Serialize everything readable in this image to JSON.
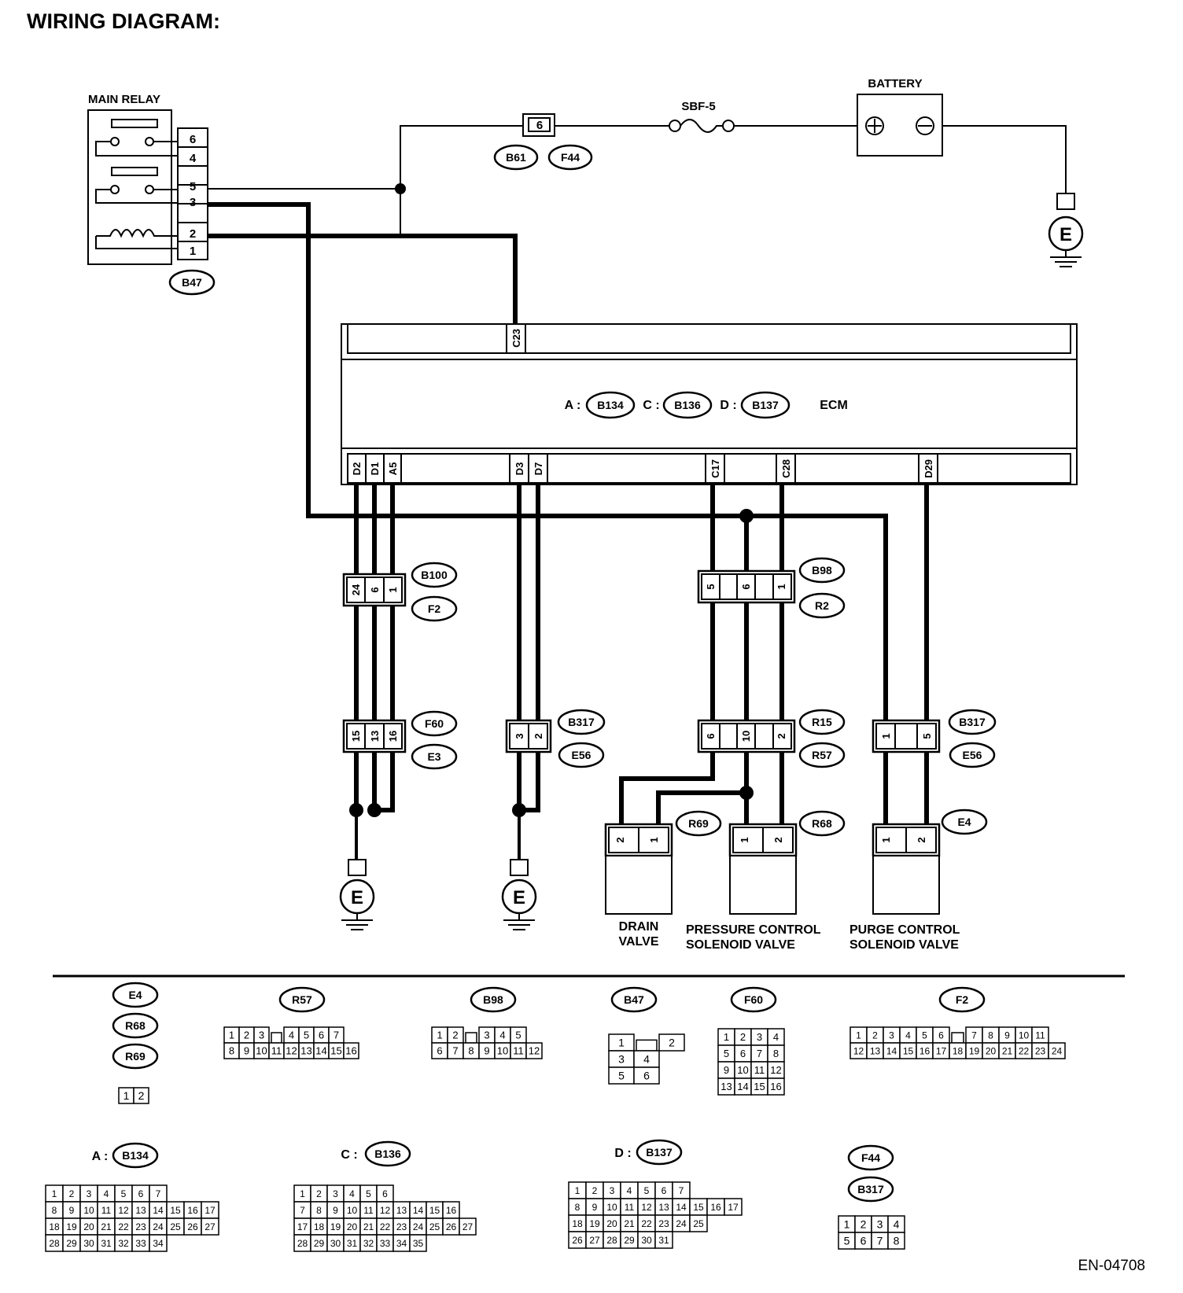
{
  "page_title": "WIRING DIAGRAM:",
  "figure_id": "EN-04708",
  "labels": {
    "main_relay": "MAIN RELAY",
    "battery": "BATTERY",
    "fuse": "SBF-5",
    "ecm": "ECM",
    "drain_valve_1": "DRAIN",
    "drain_valve_2": "VALVE",
    "pcsv_1": "PRESSURE CONTROL",
    "pcsv_2": "SOLENOID VALVE",
    "purge_1": "PURGE CONTROL",
    "purge_2": "SOLENOID VALVE",
    "ground": "E",
    "ecm_conn_a": "A :",
    "ecm_conn_c": "C :",
    "ecm_conn_d": "D :"
  },
  "relay_pins": [
    "6",
    "4",
    "5",
    "3",
    "",
    "2",
    "1"
  ],
  "connector_tags": {
    "b47": "B47",
    "b61": "B61",
    "f44": "F44",
    "b134": "B134",
    "b136": "B136",
    "b137": "B137",
    "b100": "B100",
    "f2": "F2",
    "b98": "B98",
    "r2": "R2",
    "f60": "F60",
    "e3": "E3",
    "b317": "B317",
    "e56": "E56",
    "r15": "R15",
    "r57": "R57",
    "r69": "R69",
    "r68": "R68",
    "e4": "E4"
  },
  "pins": {
    "fuse_box": "6",
    "c23": "C23",
    "d2": "D2",
    "d1": "D1",
    "a5": "A5",
    "d3": "D3",
    "d7": "D7",
    "c17": "C17",
    "c28": "C28",
    "d29": "D29",
    "b100": [
      "24",
      "6",
      "1"
    ],
    "b98": [
      "5",
      "6",
      "1"
    ],
    "f60": [
      "15",
      "13",
      "16"
    ],
    "b317a": [
      "3",
      "2"
    ],
    "r15": [
      "6",
      "10",
      "2"
    ],
    "b317b": [
      "1",
      "5"
    ],
    "r69": [
      "2",
      "1"
    ],
    "r68": [
      "1",
      "2"
    ],
    "e4": [
      "1",
      "2"
    ]
  },
  "legend": {
    "e4_group": [
      "E4",
      "R68",
      "R69"
    ],
    "e4_rows": [
      [
        "1",
        "2"
      ]
    ],
    "r57": {
      "tag": "R57",
      "rows": [
        [
          "1",
          "2",
          "3",
          "",
          "4",
          "5",
          "6",
          "7"
        ],
        [
          "8",
          "9",
          "10",
          "11",
          "12",
          "13",
          "14",
          "15",
          "16"
        ]
      ]
    },
    "b98": {
      "tag": "B98",
      "rows": [
        [
          "1",
          "2",
          "",
          "3",
          "4",
          "5"
        ],
        [
          "6",
          "7",
          "8",
          "9",
          "10",
          "11",
          "12"
        ]
      ]
    },
    "b47": {
      "tag": "B47",
      "rows": [
        [
          "1",
          "",
          "2"
        ],
        [
          "3",
          "4"
        ],
        [
          "5",
          "6"
        ]
      ]
    },
    "f60": {
      "tag": "F60",
      "rows": [
        [
          "1",
          "2",
          "3",
          "4"
        ],
        [
          "5",
          "6",
          "7",
          "8"
        ],
        [
          "9",
          "10",
          "11",
          "12"
        ],
        [
          "13",
          "14",
          "15",
          "16"
        ]
      ]
    },
    "f2": {
      "tag": "F2",
      "rows": [
        [
          "1",
          "2",
          "3",
          "4",
          "5",
          "6",
          "",
          "7",
          "8",
          "9",
          "10",
          "11"
        ],
        [
          "12",
          "13",
          "14",
          "15",
          "16",
          "17",
          "18",
          "19",
          "20",
          "21",
          "22",
          "23",
          "24"
        ]
      ]
    },
    "b134": {
      "prefix": "A :",
      "tag": "B134",
      "rows": [
        [
          "1",
          "2",
          "3",
          "4",
          "5",
          "6",
          "7"
        ],
        [
          "8",
          "9",
          "10",
          "11",
          "12",
          "13",
          "14",
          "15",
          "16",
          "17"
        ],
        [
          "18",
          "19",
          "20",
          "21",
          "22",
          "23",
          "24",
          "25",
          "26",
          "27"
        ],
        [
          "28",
          "29",
          "30",
          "31",
          "32",
          "33",
          "34"
        ]
      ]
    },
    "b136": {
      "prefix": "C :",
      "tag": "B136",
      "rows": [
        [
          "1",
          "2",
          "3",
          "4",
          "5",
          "6"
        ],
        [
          "7",
          "8",
          "9",
          "10",
          "11",
          "12",
          "13",
          "14",
          "15",
          "16"
        ],
        [
          "17",
          "18",
          "19",
          "20",
          "21",
          "22",
          "23",
          "24",
          "25",
          "26",
          "27"
        ],
        [
          "28",
          "29",
          "30",
          "31",
          "32",
          "33",
          "34",
          "35"
        ]
      ]
    },
    "b137": {
      "prefix": "D :",
      "tag": "B137",
      "rows": [
        [
          "1",
          "2",
          "3",
          "4",
          "5",
          "6",
          "7"
        ],
        [
          "8",
          "9",
          "10",
          "11",
          "12",
          "13",
          "14",
          "15",
          "16",
          "17"
        ],
        [
          "18",
          "19",
          "20",
          "21",
          "22",
          "23",
          "24",
          "25"
        ],
        [
          "26",
          "27",
          "28",
          "29",
          "30",
          "31"
        ]
      ]
    },
    "f44_group": [
      "F44",
      "B317"
    ],
    "f44_rows": [
      [
        "1",
        "2",
        "3",
        "4"
      ],
      [
        "5",
        "6",
        "7",
        "8"
      ]
    ]
  }
}
